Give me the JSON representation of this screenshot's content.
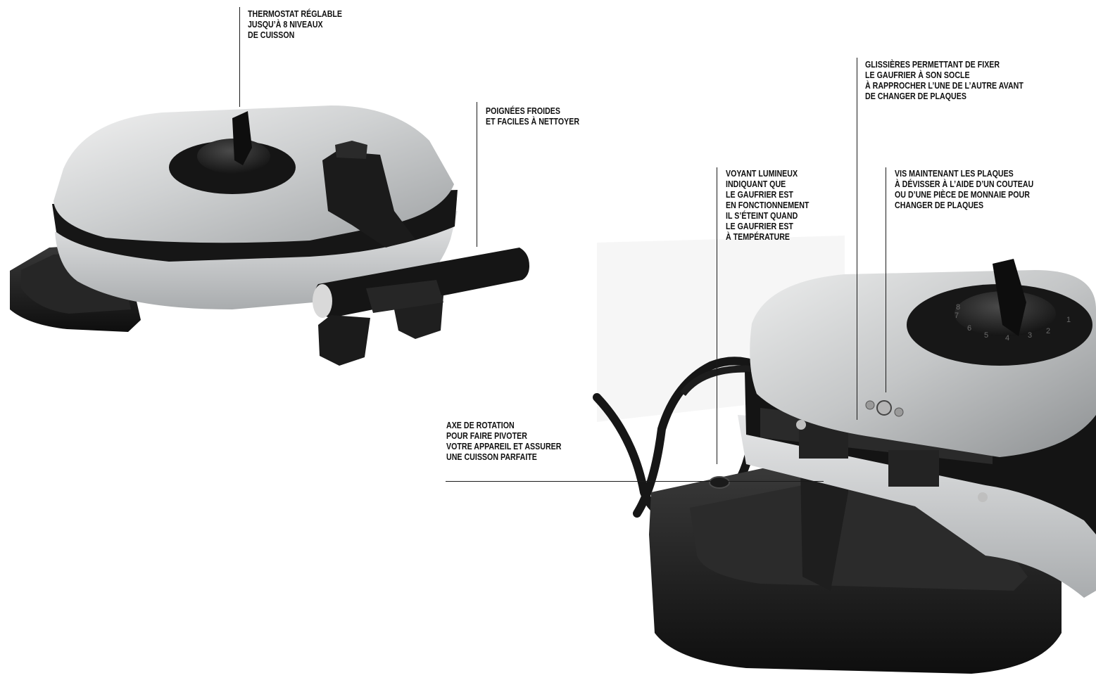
{
  "callouts": {
    "thermostat": [
      "THERMOSTAT RÉGLABLE",
      "JUSQU’À 8 NIVEAUX",
      "DE CUISSON"
    ],
    "handles": [
      "POIGNÉES FROIDES",
      "ET FACILES À NETTOYER"
    ],
    "rails": [
      "GLISSIÈRES PERMETTANT DE FIXER",
      "LE GAUFRIER À SON SOCLE",
      "À RAPPROCHER L’UNE DE L’AUTRE AVANT",
      "DE CHANGER DE PLAQUES"
    ],
    "indicator_light": [
      "VOYANT LUMINEUX",
      "INDIQUANT QUE",
      "LE GAUFRIER EST",
      "EN FONCTIONNEMENT",
      "IL S’ÉTEINT QUAND",
      "LE GAUFRIER EST",
      "À TEMPÉRATURE"
    ],
    "screws": [
      "VIS MAINTENANT LES PLAQUES",
      "À DÉVISSER À L’AIDE D’UN COUTEAU",
      "OU D’UNE PIÈCE DE MONNAIE POUR",
      "CHANGER DE PLAQUES"
    ],
    "rotation_axis": [
      "AXE DE ROTATION",
      "POUR FAIRE PIVOTER",
      "VOTRE APPAREIL ET ASSURER",
      "UNE CUISSON PARFAITE"
    ]
  },
  "dial_numbers": [
    "1",
    "2",
    "3",
    "4",
    "5",
    "6",
    "7",
    "8"
  ],
  "colors": {
    "body_silver": "#c9cbcc",
    "trim_black": "#1b1b1b",
    "line": "#1a1a1a",
    "text": "#111111"
  }
}
